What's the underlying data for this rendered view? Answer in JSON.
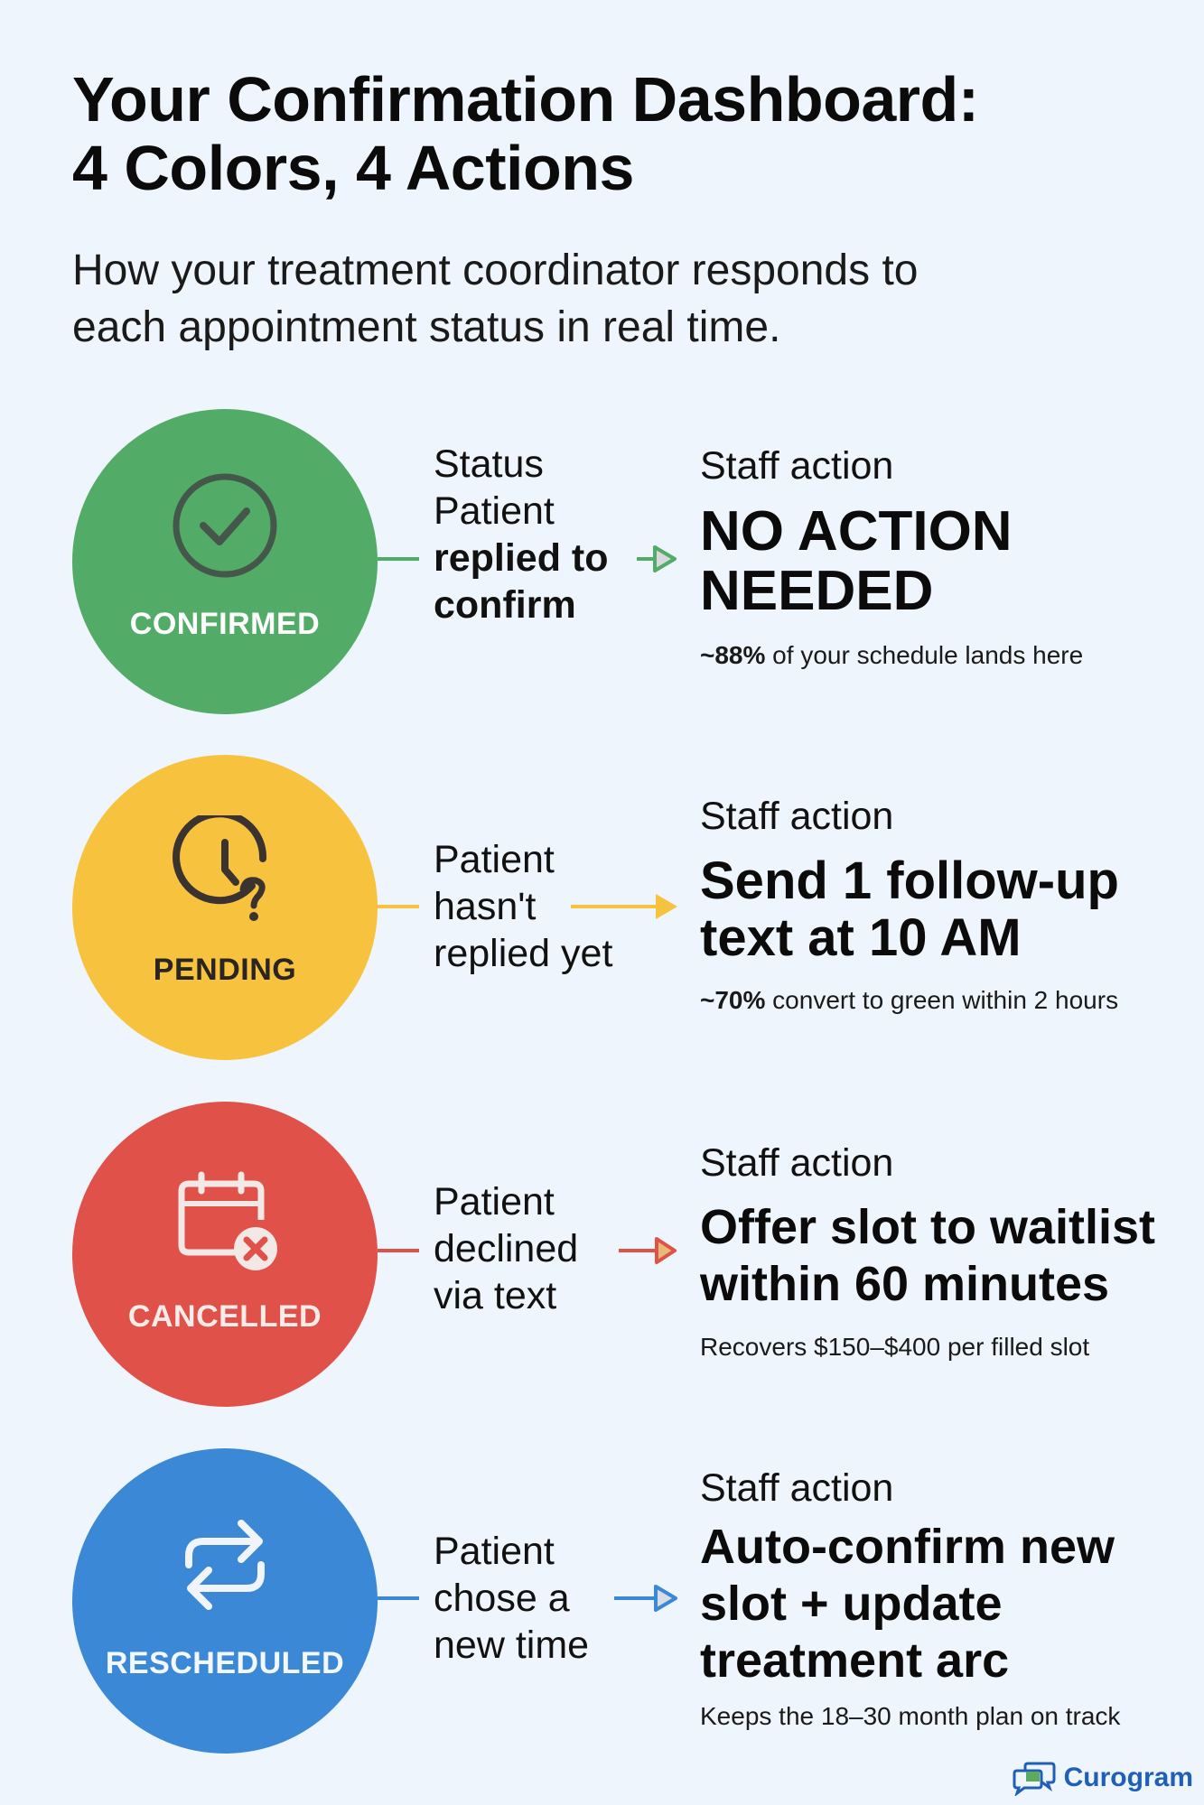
{
  "header": {
    "title_line1": "Your Confirmation Dashboard:",
    "title_line2": "4 Colors, 4 Actions",
    "subtitle_line1": "How your treatment coordinator responds to",
    "subtitle_line2": "each appointment status in real time."
  },
  "colors": {
    "background": "#eef5fc",
    "confirmed": "#52ab66",
    "pending": "#f7c23e",
    "cancelled": "#e05249",
    "rescheduled": "#3b88d6",
    "brand": "#1f5fb8"
  },
  "rows": [
    {
      "status": "CONFIRMED",
      "icon": "check-circle-icon",
      "status_kicker": "Status",
      "patient_line1": "Patient",
      "patient_line2": "replied to",
      "patient_line3": "confirm",
      "staff_kicker": "Staff action",
      "action_line1": "NO ACTION",
      "action_line2": "NEEDED",
      "action_line3": "",
      "note_bold": "~88%",
      "note_rest": " of your schedule lands here"
    },
    {
      "status": "PENDING",
      "icon": "clock-question-icon",
      "patient_line1": "Patient",
      "patient_line2": "hasn't",
      "patient_line3": "replied yet",
      "staff_kicker": "Staff action",
      "action_line1": "Send 1 follow-up",
      "action_line2": "text at 10 AM",
      "action_line3": "",
      "note_bold": "~70%",
      "note_rest": " convert to green within 2 hours"
    },
    {
      "status": "CANCELLED",
      "icon": "calendar-x-icon",
      "patient_line1": "Patient",
      "patient_line2": "declined",
      "patient_line3": "via text",
      "staff_kicker": "Staff action",
      "action_line1": "Offer slot to waitlist",
      "action_line2": "within 60 minutes",
      "action_line3": "",
      "note_bold": "",
      "note_rest": "Recovers $150–$400 per filled slot"
    },
    {
      "status": "RESCHEDULED",
      "icon": "repeat-arrows-icon",
      "patient_line1": "Patient",
      "patient_line2": "chose a",
      "patient_line3": "new time",
      "staff_kicker": "Staff action",
      "action_line1": "Auto-confirm new",
      "action_line2": "slot + update",
      "action_line3": "treatment arc",
      "note_bold": "",
      "note_rest": "Keeps the 18–30 month plan on track"
    }
  ],
  "brand": {
    "name": "Curogram",
    "icon": "chat-bubbles-icon"
  }
}
